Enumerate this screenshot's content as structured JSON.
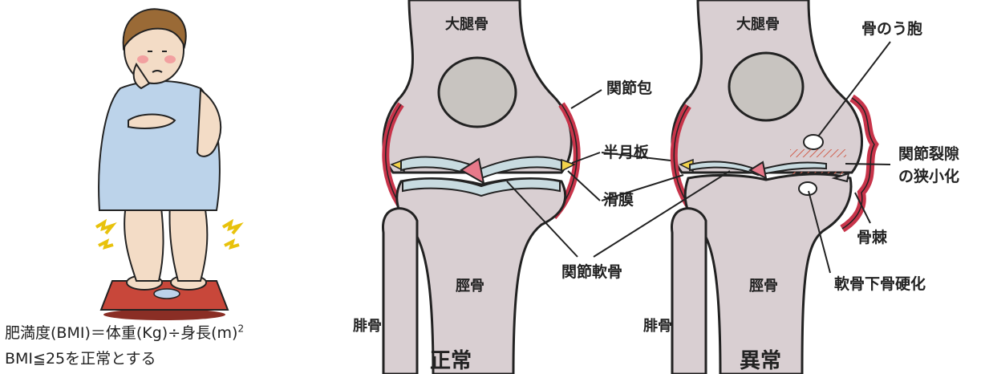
{
  "formula": {
    "prefix": "肥満度(BMI)＝体重(Kg)÷身長(m)",
    "exponent": "2",
    "criterion": "BMI≦25を正常とする"
  },
  "normal_knee": {
    "title": "正常",
    "femur": "大腿骨",
    "tibia": "脛骨",
    "fibula": "腓骨"
  },
  "abnormal_knee": {
    "title": "異常",
    "femur": "大腿骨",
    "tibia": "脛骨",
    "fibula": "腓骨"
  },
  "center_labels": {
    "capsule": "関節包",
    "meniscus": "半月板",
    "synovium": "滑膜",
    "cartilage": "関節軟骨"
  },
  "right_labels": {
    "cyst": "骨のう胞",
    "gap_line1": "関節裂隙",
    "gap_line2": "の狭小化",
    "spur": "骨棘",
    "sclerosis": "軟骨下骨硬化"
  },
  "colors": {
    "bone": "#d9cfd2",
    "cartilage": "#c8dbe0",
    "capsule": "#c8344a",
    "synovium": "#f2d24a",
    "towel": "#bcd3ea",
    "skin": "#f3dcc6",
    "scale": "#c8473a"
  }
}
